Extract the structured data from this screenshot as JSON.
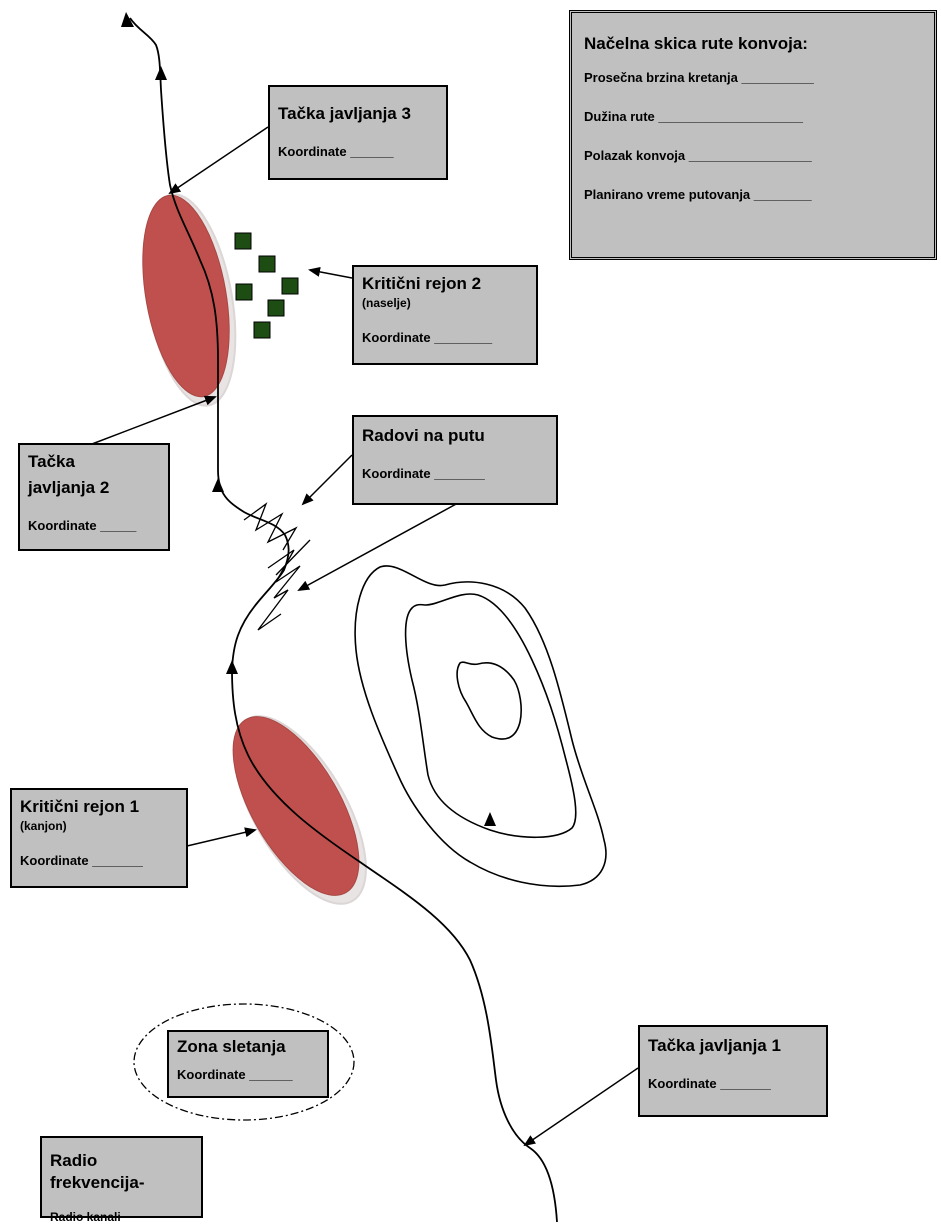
{
  "legend": {
    "title": "Načelna skica rute konvoja:",
    "fields": [
      "Prosečna brzina kretanja __________",
      "Dužina rute ____________________",
      "Polazak konvoja _________________",
      "Planirano vreme putovanja ________"
    ]
  },
  "labels": {
    "tacka3": {
      "title": "Tačka javljanja 3",
      "coord": "Koordinate ______"
    },
    "kriticni2": {
      "title": "Kritični rejon 2",
      "sub": "(naselje)",
      "coord": "Koordinate ________"
    },
    "radovi": {
      "title": "Radovi na putu",
      "coord": "Koordinate _______"
    },
    "tacka2": {
      "title_line1": "Tačka",
      "title_line2": "javljanja 2",
      "coord": "Koordinate _____"
    },
    "kriticni1": {
      "title": "Kritični rejon 1",
      "sub": "(kanjon)",
      "coord": "Koordinate _______"
    },
    "zona": {
      "title": "Zona sletanja",
      "coord": "Koordinate ______"
    },
    "tacka1": {
      "title": "Tačka javljanja 1",
      "coord": "Koordinate _______"
    },
    "radio": {
      "title": "Radio frekvencija-",
      "sub": "Radio kanali"
    }
  },
  "colors": {
    "box_fill": "#c0c0c0",
    "critical_zone": "#c0504d",
    "building": "#1e4d14",
    "line": "#000000"
  }
}
